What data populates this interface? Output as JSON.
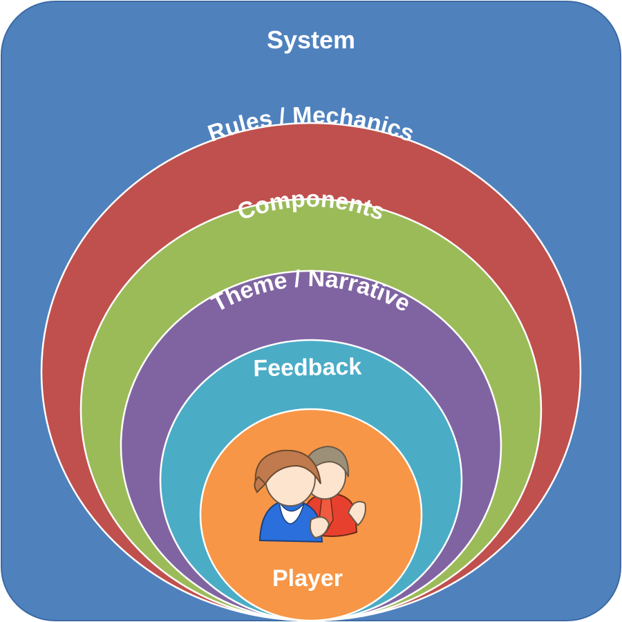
{
  "diagram": {
    "system": {
      "label": "System",
      "color": "#4F81BD"
    },
    "rules": {
      "label": "Rules / Mechanics",
      "color": "#C0504D"
    },
    "components": {
      "label": "Components",
      "color": "#9BBB59"
    },
    "theme": {
      "label": "Theme / Narrative",
      "color": "#8064A2"
    },
    "feedback": {
      "label": "Feedback",
      "color": "#4BACC6"
    },
    "player": {
      "label": "Player",
      "color": "#F79646",
      "icon": "players-icon"
    }
  }
}
